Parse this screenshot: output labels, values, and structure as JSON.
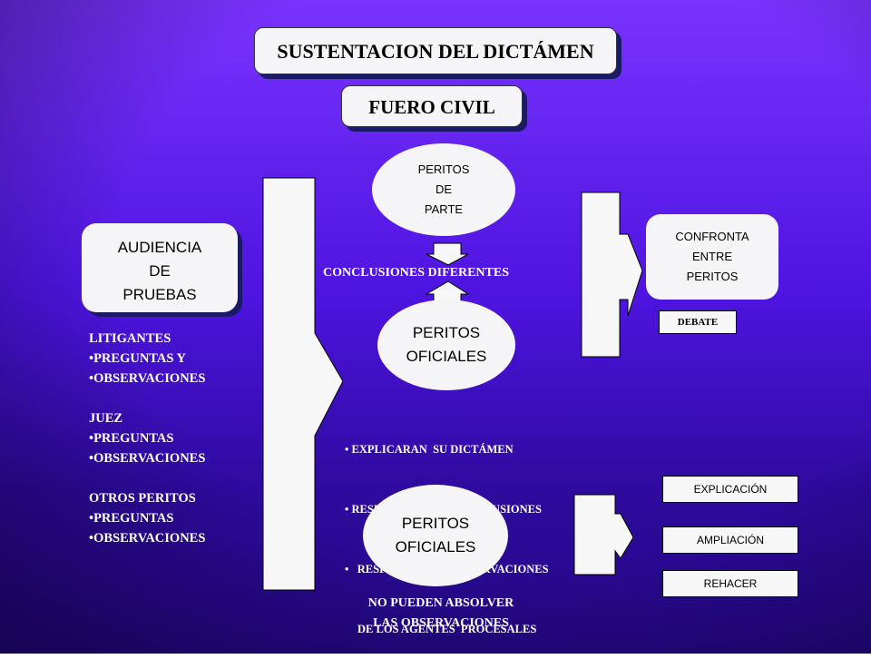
{
  "title": "SUSTENTACION DEL DICTÁMEN",
  "subtitle": "FUERO CIVIL",
  "audiencia": [
    "AUDIENCIA",
    "DE",
    "PRUEBAS"
  ],
  "litigantes": {
    "heading": "LITIGANTES",
    "items": [
      "•PREGUNTAS Y",
      "•OBSERVACIONES"
    ]
  },
  "juez": {
    "heading": "JUEZ",
    "items": [
      "•PREGUNTAS",
      "•OBSERVACIONES"
    ]
  },
  "otros_peritos": {
    "heading": "OTROS PERITOS",
    "items": [
      "•PREGUNTAS",
      "•OBSERVACIONES"
    ]
  },
  "peritos_parte": [
    "PERITOS",
    "DE",
    "PARTE"
  ],
  "conclusiones": "CONCLUSIONES DIFERENTES",
  "peritos_oficiales_1": [
    "PERITOS",
    "OFICIALES"
  ],
  "confronta": [
    "CONFRONTA",
    "ENTRE",
    "PERITOS"
  ],
  "debate": "DEBATE",
  "duties": [
    "• EXPLICARAN  SU DICTÁMEN",
    "• RESUMIRAN  SUS CONCLUSIONES",
    "•   RESPONDERAN   OBSERVACIONES",
    "DE LOS AGENTES  PROCESALES"
  ],
  "peritos_oficiales_2": [
    "PERITOS",
    "OFICIALES"
  ],
  "no_pueden": [
    "NO PUEDEN ABSOLVER",
    "LAS OBSERVACIONES"
  ],
  "options": [
    "EXPLICACIÓN",
    "AMPLIACIÓN",
    "REHACER"
  ],
  "colors": {
    "background_top": "#7a33ff",
    "background_bottom": "#240886",
    "shape_fill": "#f5f5f7"
  }
}
